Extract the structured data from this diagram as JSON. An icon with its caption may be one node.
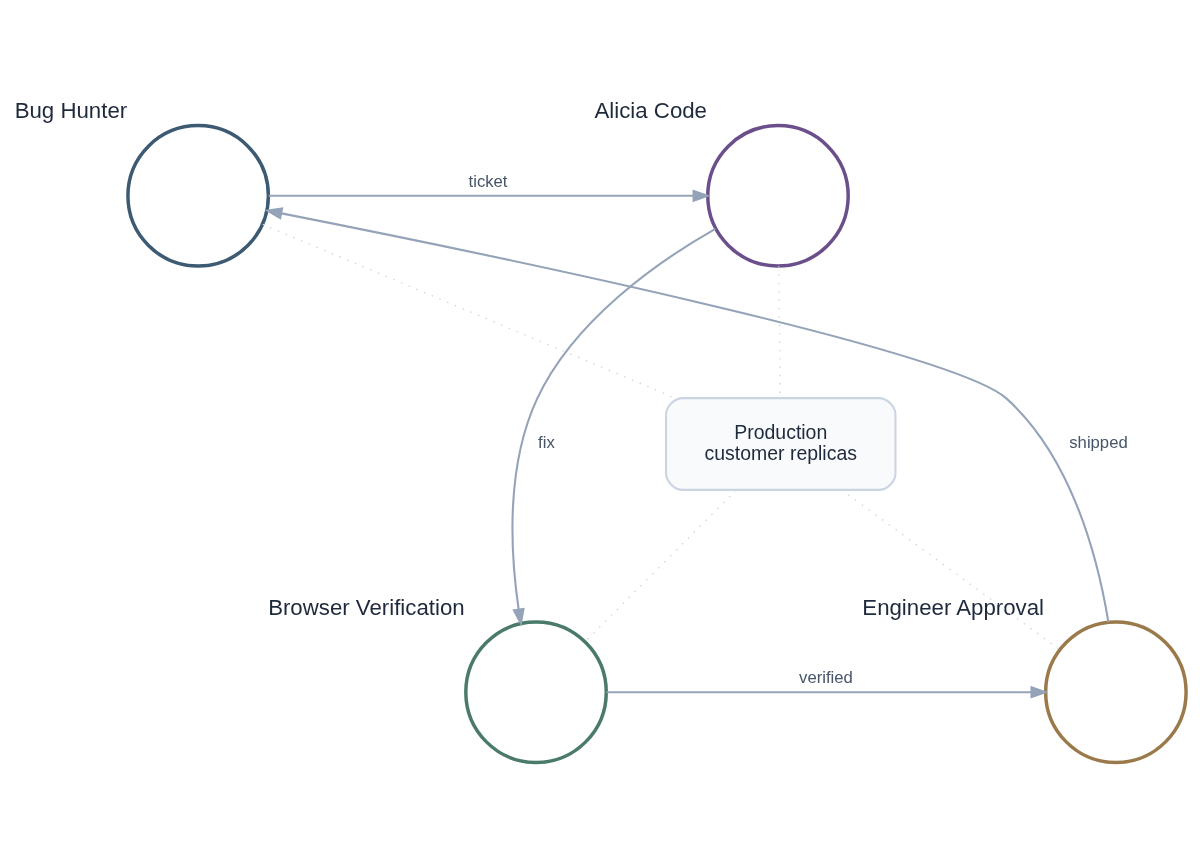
{
  "diagram": {
    "nodes": [
      {
        "text": [
          "Bug Hunter"
        ]
      },
      {
        "text": [
          "Alicia Code"
        ]
      },
      {
        "text": [
          "Browser Verification"
        ]
      },
      {
        "text": [
          "Engineer Approval"
        ]
      },
      {
        "text": [
          "Production",
          "customer replicas"
        ]
      }
    ],
    "edges": [
      {
        "from": 0,
        "to": 1,
        "arrow": "to",
        "label": "ticket"
      },
      {
        "from": 1,
        "to": 2,
        "arrow": "to",
        "label": "fix"
      },
      {
        "from": 2,
        "to": 3,
        "arrow": "to",
        "label": "verified"
      },
      {
        "from": 3,
        "to": 0,
        "arrow": "to",
        "label": "shipped"
      },
      {
        "from": 0,
        "to": 4,
        "arrow": "none",
        "style": "dashed",
        "color": "#cbd5e1"
      },
      {
        "from": 1,
        "to": 4,
        "arrow": "none",
        "style": "dashed",
        "color": "#cbd5e1"
      },
      {
        "from": 4,
        "to": 2,
        "arrow": "none",
        "style": "dashed",
        "color": "#cbd5e1"
      },
      {
        "from": 4,
        "to": 3,
        "arrow": "none",
        "style": "dashed",
        "color": "#cbd5e1"
      }
    ]
  }
}
